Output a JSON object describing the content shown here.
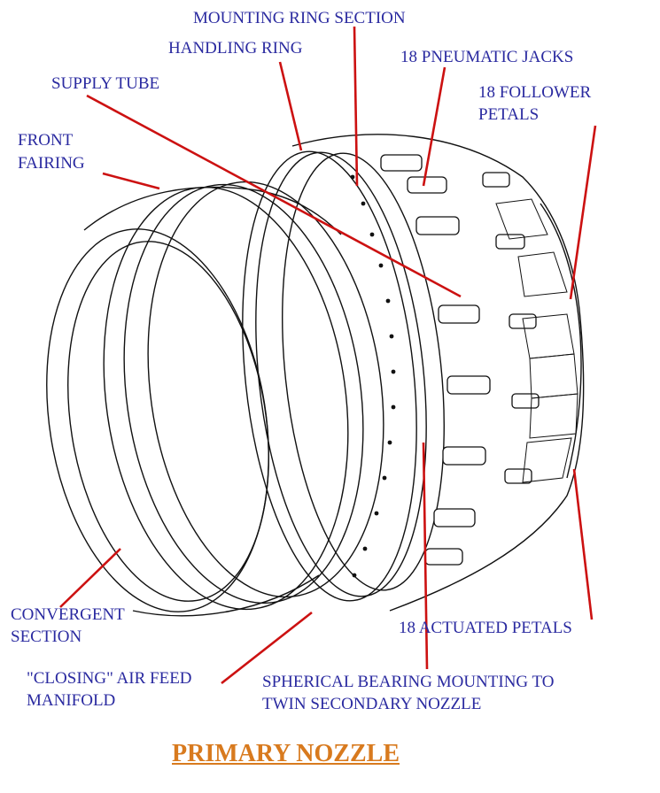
{
  "title": "PRIMARY NOZZLE",
  "colors": {
    "label_text": "#2a2aa0",
    "leader_line": "#cc1111",
    "title_text": "#d87a1e",
    "drawing_ink": "#111111"
  },
  "labels": {
    "mounting_ring_section": "MOUNTING RING SECTION",
    "handling_ring": "HANDLING RING",
    "pneumatic_jacks": "18 PNEUMATIC JACKS",
    "supply_tube": "SUPPLY TUBE",
    "follower_petals_1": "18 FOLLOWER",
    "follower_petals_2": "PETALS",
    "front_fairing_1": "FRONT",
    "front_fairing_2": "FAIRING",
    "convergent_section_1": "CONVERGENT",
    "convergent_section_2": "SECTION",
    "actuated_petals": "18 ACTUATED PETALS",
    "closing_air_feed_1": "\"CLOSING\" AIR FEED",
    "closing_air_feed_2": "MANIFOLD",
    "spherical_bearing_1": "SPHERICAL BEARING MOUNTING TO",
    "spherical_bearing_2": "TWIN SECONDARY NOZZLE"
  }
}
